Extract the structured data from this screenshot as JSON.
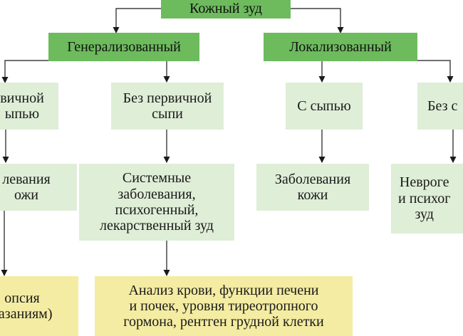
{
  "diagram": {
    "root": "Кожный зуд",
    "level1": {
      "generalized": "Генерализованный",
      "localized": "Локализованный"
    },
    "level2": {
      "gen_with_rash": "вичной\nыпью",
      "gen_without_rash": "Без первичной\nсыпи",
      "loc_with_rash": "С сыпью",
      "loc_without_rash": "Без с"
    },
    "level3": {
      "skin_diseases_left": "левания\nожи",
      "systemic": "Системные\nзаболевания,\nпсихогенный,\nлекарственный зуд",
      "skin_diseases_right": "Заболевания\nкожи",
      "neurogenic": "Невроге\nи психог\nзуд"
    },
    "level4": {
      "biopsy": "опсия\nказаниям)",
      "analysis": "Анализ крови, функции печени\nи почек, уровня тиреотропного\nгормона, рентген грудной клетки"
    }
  },
  "colors": {
    "header_green": "#6dbb5d",
    "pale_green": "#dfeed7",
    "pale_yellow": "#f4eca2",
    "connector": "#1a1a1a"
  }
}
